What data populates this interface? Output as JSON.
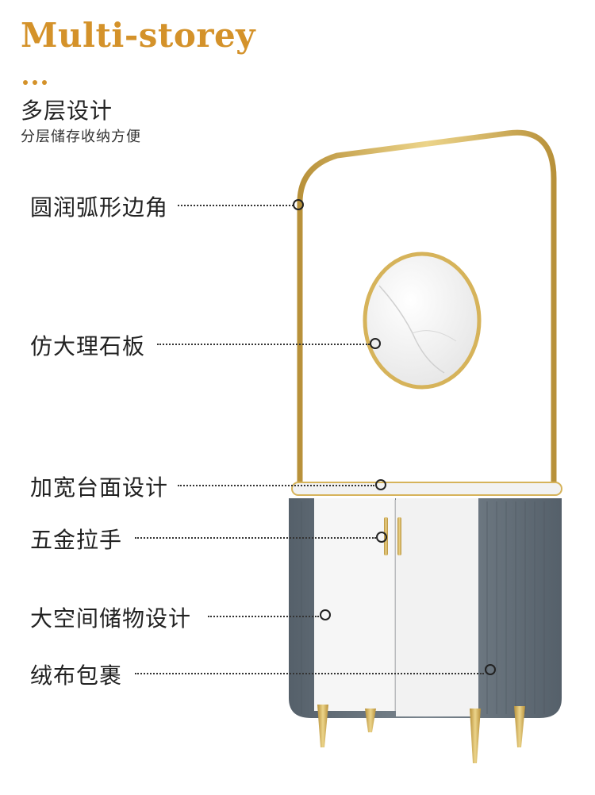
{
  "header": {
    "title": "Multi-storey",
    "heading": "多层设计",
    "subheading": "分层储存收纳方便"
  },
  "callouts": [
    {
      "label": "圆润弧形边角"
    },
    {
      "label": "仿大理石板"
    },
    {
      "label": "加宽台面设计"
    },
    {
      "label": "五金拉手"
    },
    {
      "label": "大空间储物设计"
    },
    {
      "label": "绒布包裹"
    }
  ],
  "colors": {
    "accent": "#d4922a",
    "gold": "#d6b35a",
    "velvet": "#68737c",
    "cabinet_white": "#f4f4f4"
  }
}
